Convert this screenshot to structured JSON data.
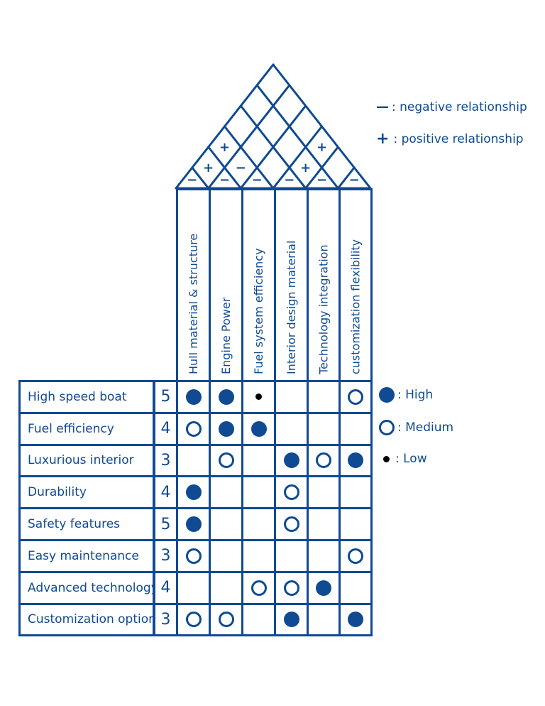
{
  "legend_correlation": [
    {
      "symbol": "—",
      "label": ": negative relationship"
    },
    {
      "symbol": "+",
      "label": ": positive relationship"
    }
  ],
  "legend_strength": [
    {
      "type": "high",
      "label": ": High"
    },
    {
      "type": "medium",
      "label": ": Medium"
    },
    {
      "type": "low",
      "label": ": Low"
    }
  ],
  "technical_requirements": [
    "Hull material & structure",
    "Engine Power",
    "Fuel system efficiency",
    "Interior design material",
    "Technology integration",
    "customization flexibility"
  ],
  "direction_row": [
    "−",
    "−",
    "−",
    "−",
    "−",
    "−"
  ],
  "roof_correlations": [
    {
      "a": 1,
      "b": 2,
      "symbol": "+"
    },
    {
      "a": 1,
      "b": 3,
      "symbol": "+"
    },
    {
      "a": 2,
      "b": 3,
      "symbol": "−"
    },
    {
      "a": 4,
      "b": 5,
      "symbol": "+"
    },
    {
      "a": 4,
      "b": 6,
      "symbol": "+"
    }
  ],
  "customer_requirements": [
    {
      "label": "High speed boat",
      "importance": "5",
      "relations": [
        "high",
        "high",
        "low",
        "",
        "",
        "medium"
      ]
    },
    {
      "label": "Fuel efficiency",
      "importance": "4",
      "relations": [
        "medium",
        "high",
        "high",
        "",
        "",
        ""
      ]
    },
    {
      "label": "Luxurious interior",
      "importance": "3",
      "relations": [
        "",
        "medium",
        "",
        "high",
        "medium",
        "high"
      ]
    },
    {
      "label": "Durability",
      "importance": "4",
      "relations": [
        "high",
        "",
        "",
        "medium",
        "",
        ""
      ]
    },
    {
      "label": "Safety features",
      "importance": "5",
      "relations": [
        "high",
        "",
        "",
        "medium",
        "",
        ""
      ]
    },
    {
      "label": "Easy maintenance",
      "importance": "3",
      "relations": [
        "medium",
        "",
        "",
        "",
        "",
        "medium"
      ]
    },
    {
      "label": "Advanced technology",
      "importance": "4",
      "relations": [
        "",
        "",
        "medium",
        "medium",
        "high",
        ""
      ]
    },
    {
      "label": "Customization option",
      "importance": "3",
      "relations": [
        "medium",
        "medium",
        "",
        "high",
        "",
        "high"
      ]
    }
  ],
  "colors": {
    "ink": "#0f4a92",
    "low_dot": "#000000"
  }
}
